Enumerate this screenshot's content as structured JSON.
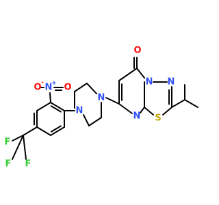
{
  "colors": {
    "carbon": "#000000",
    "nitrogen": "#3050f8",
    "oxygen": "#ff0d0d",
    "sulfur": "#c8a800",
    "fluorine": "#33cc33"
  },
  "atoms": {
    "carbonyl_o": "O",
    "n_bridge": "N",
    "n_thiadiazole": "N",
    "s_thiadiazole": "S",
    "n_pyrimidine": "N",
    "n_piperazine_1": "N",
    "n_piperazine_2": "N",
    "n_nitro": "N",
    "n_nitro_charge": "+",
    "o_nitro_1": "O",
    "o_nitro_1_charge": "-",
    "o_nitro_2": "O",
    "f1": "F",
    "f2": "F",
    "f3": "F"
  }
}
